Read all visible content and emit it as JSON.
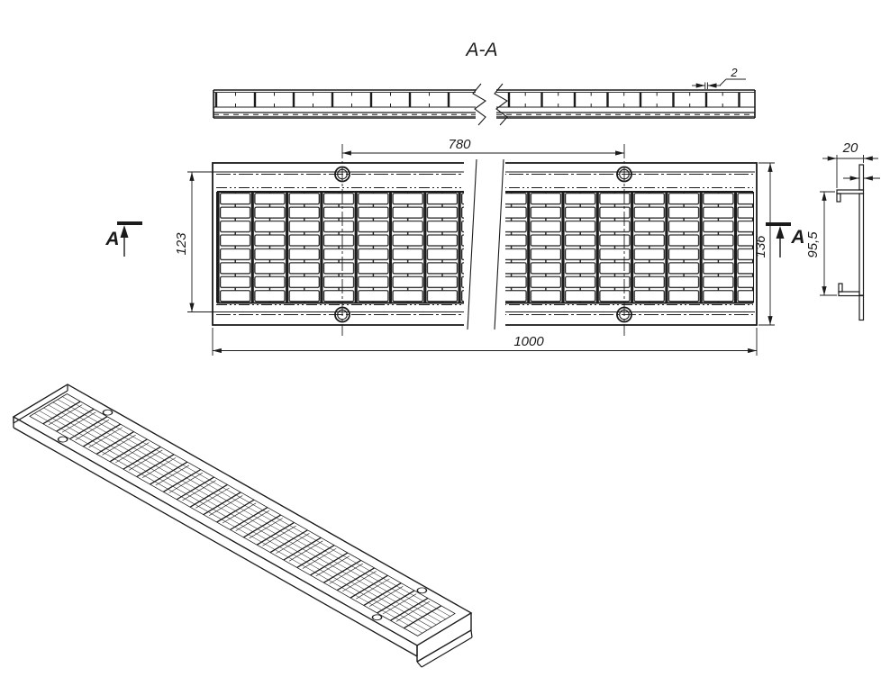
{
  "drawing": {
    "section_label": "A-A",
    "view_labels": {
      "cut_marker_left": "A",
      "cut_marker_right": "A"
    },
    "dimensions": {
      "bar_thickness_mm": "2",
      "bolt_hole_spacing_mm": "780",
      "grating_inner_width_mm": "123",
      "overall_length_mm": "1000",
      "overall_width_mm": "136",
      "edge_profile_width_mm": "20",
      "edge_profile_height_mm": "95,5"
    },
    "colors": {
      "line": "#1b1b1b",
      "background": "#ffffff"
    }
  }
}
